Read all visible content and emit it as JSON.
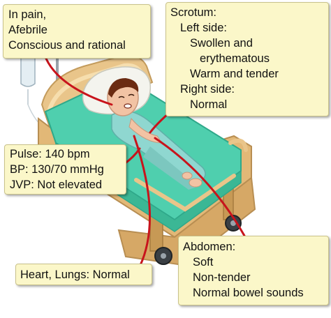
{
  "colors": {
    "callout_bg": "#fbf7c9",
    "pointer_line": "#c8141c",
    "bed_frame": "#e9c58a",
    "mattress": "#4fcfae",
    "gown": "#8fd7d0"
  },
  "general": {
    "lines": [
      "In pain,",
      "Afebrile",
      "Conscious and rational"
    ]
  },
  "scrotum": {
    "title": "Scrotum:",
    "left_label": "Left side:",
    "left_findings": [
      "Swollen and",
      "erythematous",
      "Warm and tender"
    ],
    "right_label": "Right side:",
    "right_findings": [
      "Normal"
    ]
  },
  "vitals": {
    "pulse": "Pulse: 140 bpm",
    "bp": "BP: 130/70 mmHg",
    "jvp": "JVP: Not elevated"
  },
  "heart_lungs": {
    "text": "Heart, Lungs: Normal"
  },
  "abdomen": {
    "title": "Abdomen:",
    "findings": [
      "Soft",
      "Non-tender",
      "Normal bowel sounds"
    ]
  }
}
